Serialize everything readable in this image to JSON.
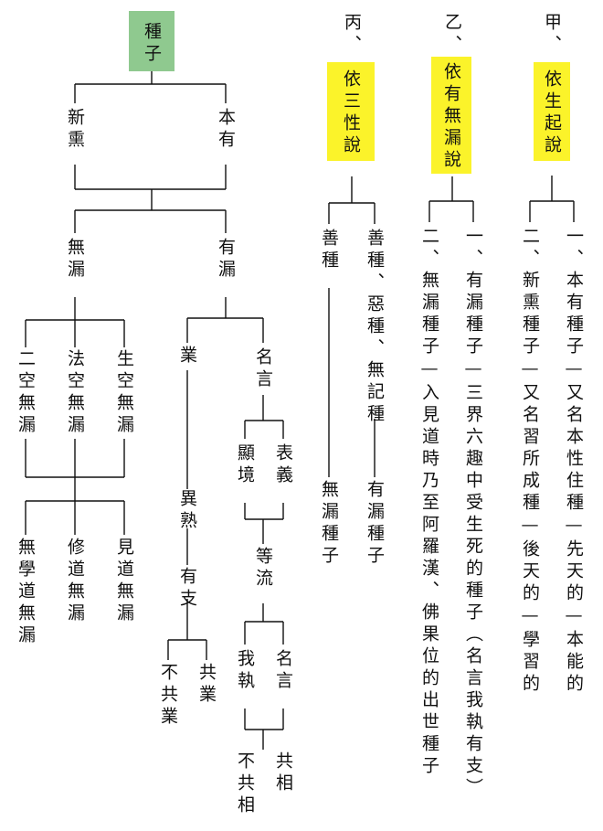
{
  "colors": {
    "highlight_yellow": "#fbf32a",
    "highlight_green": "#8fc98f",
    "line": "#111111"
  },
  "left_tree": {
    "root": "種子",
    "level1": {
      "a": "新熏",
      "b": "本有"
    },
    "level2": {
      "a": "無漏",
      "b": "有漏"
    },
    "wulou_children": {
      "a": "二空無漏",
      "b": "法空無漏",
      "c": "生空無漏"
    },
    "wulou_grandchildren": {
      "a": "無學道無漏",
      "b": "修道無漏",
      "c": "見道無漏"
    },
    "youlou_children": {
      "a": "業",
      "b": "名言"
    },
    "ye_chain": {
      "a": "異熟",
      "b": "有支"
    },
    "ye_leaves": {
      "a": "不共業",
      "b": "共業"
    },
    "mingyan_children": {
      "a": "顯境",
      "b": "表義"
    },
    "mingyan_mid": "等流",
    "dengliu_children": {
      "a": "我執",
      "b": "名言"
    },
    "dengliu_leaves": {
      "a": "不共相",
      "b": "共相"
    }
  },
  "right_tree": {
    "jia": {
      "prefix": "甲、",
      "title": "依生起說",
      "item1": "一、本有種子—又名本性住種—先天的—本能的",
      "item2": "二、新熏種子—又名習所成種—後天的—學習的"
    },
    "yi": {
      "prefix": "乙、",
      "title": "依有無漏說",
      "item1": "一、有漏種子—三界六趣中受生死的種子（名言我執有支）",
      "item2": "二、無漏種子—入見道時乃至阿羅漢、佛果位的出世種子"
    },
    "bing": {
      "prefix": "丙、",
      "title": "依三性說",
      "item1_head": "善種、惡種、無記種",
      "item1_tail": "有漏種子",
      "item2_head": "善種",
      "item2_tail": "無漏種子"
    }
  }
}
